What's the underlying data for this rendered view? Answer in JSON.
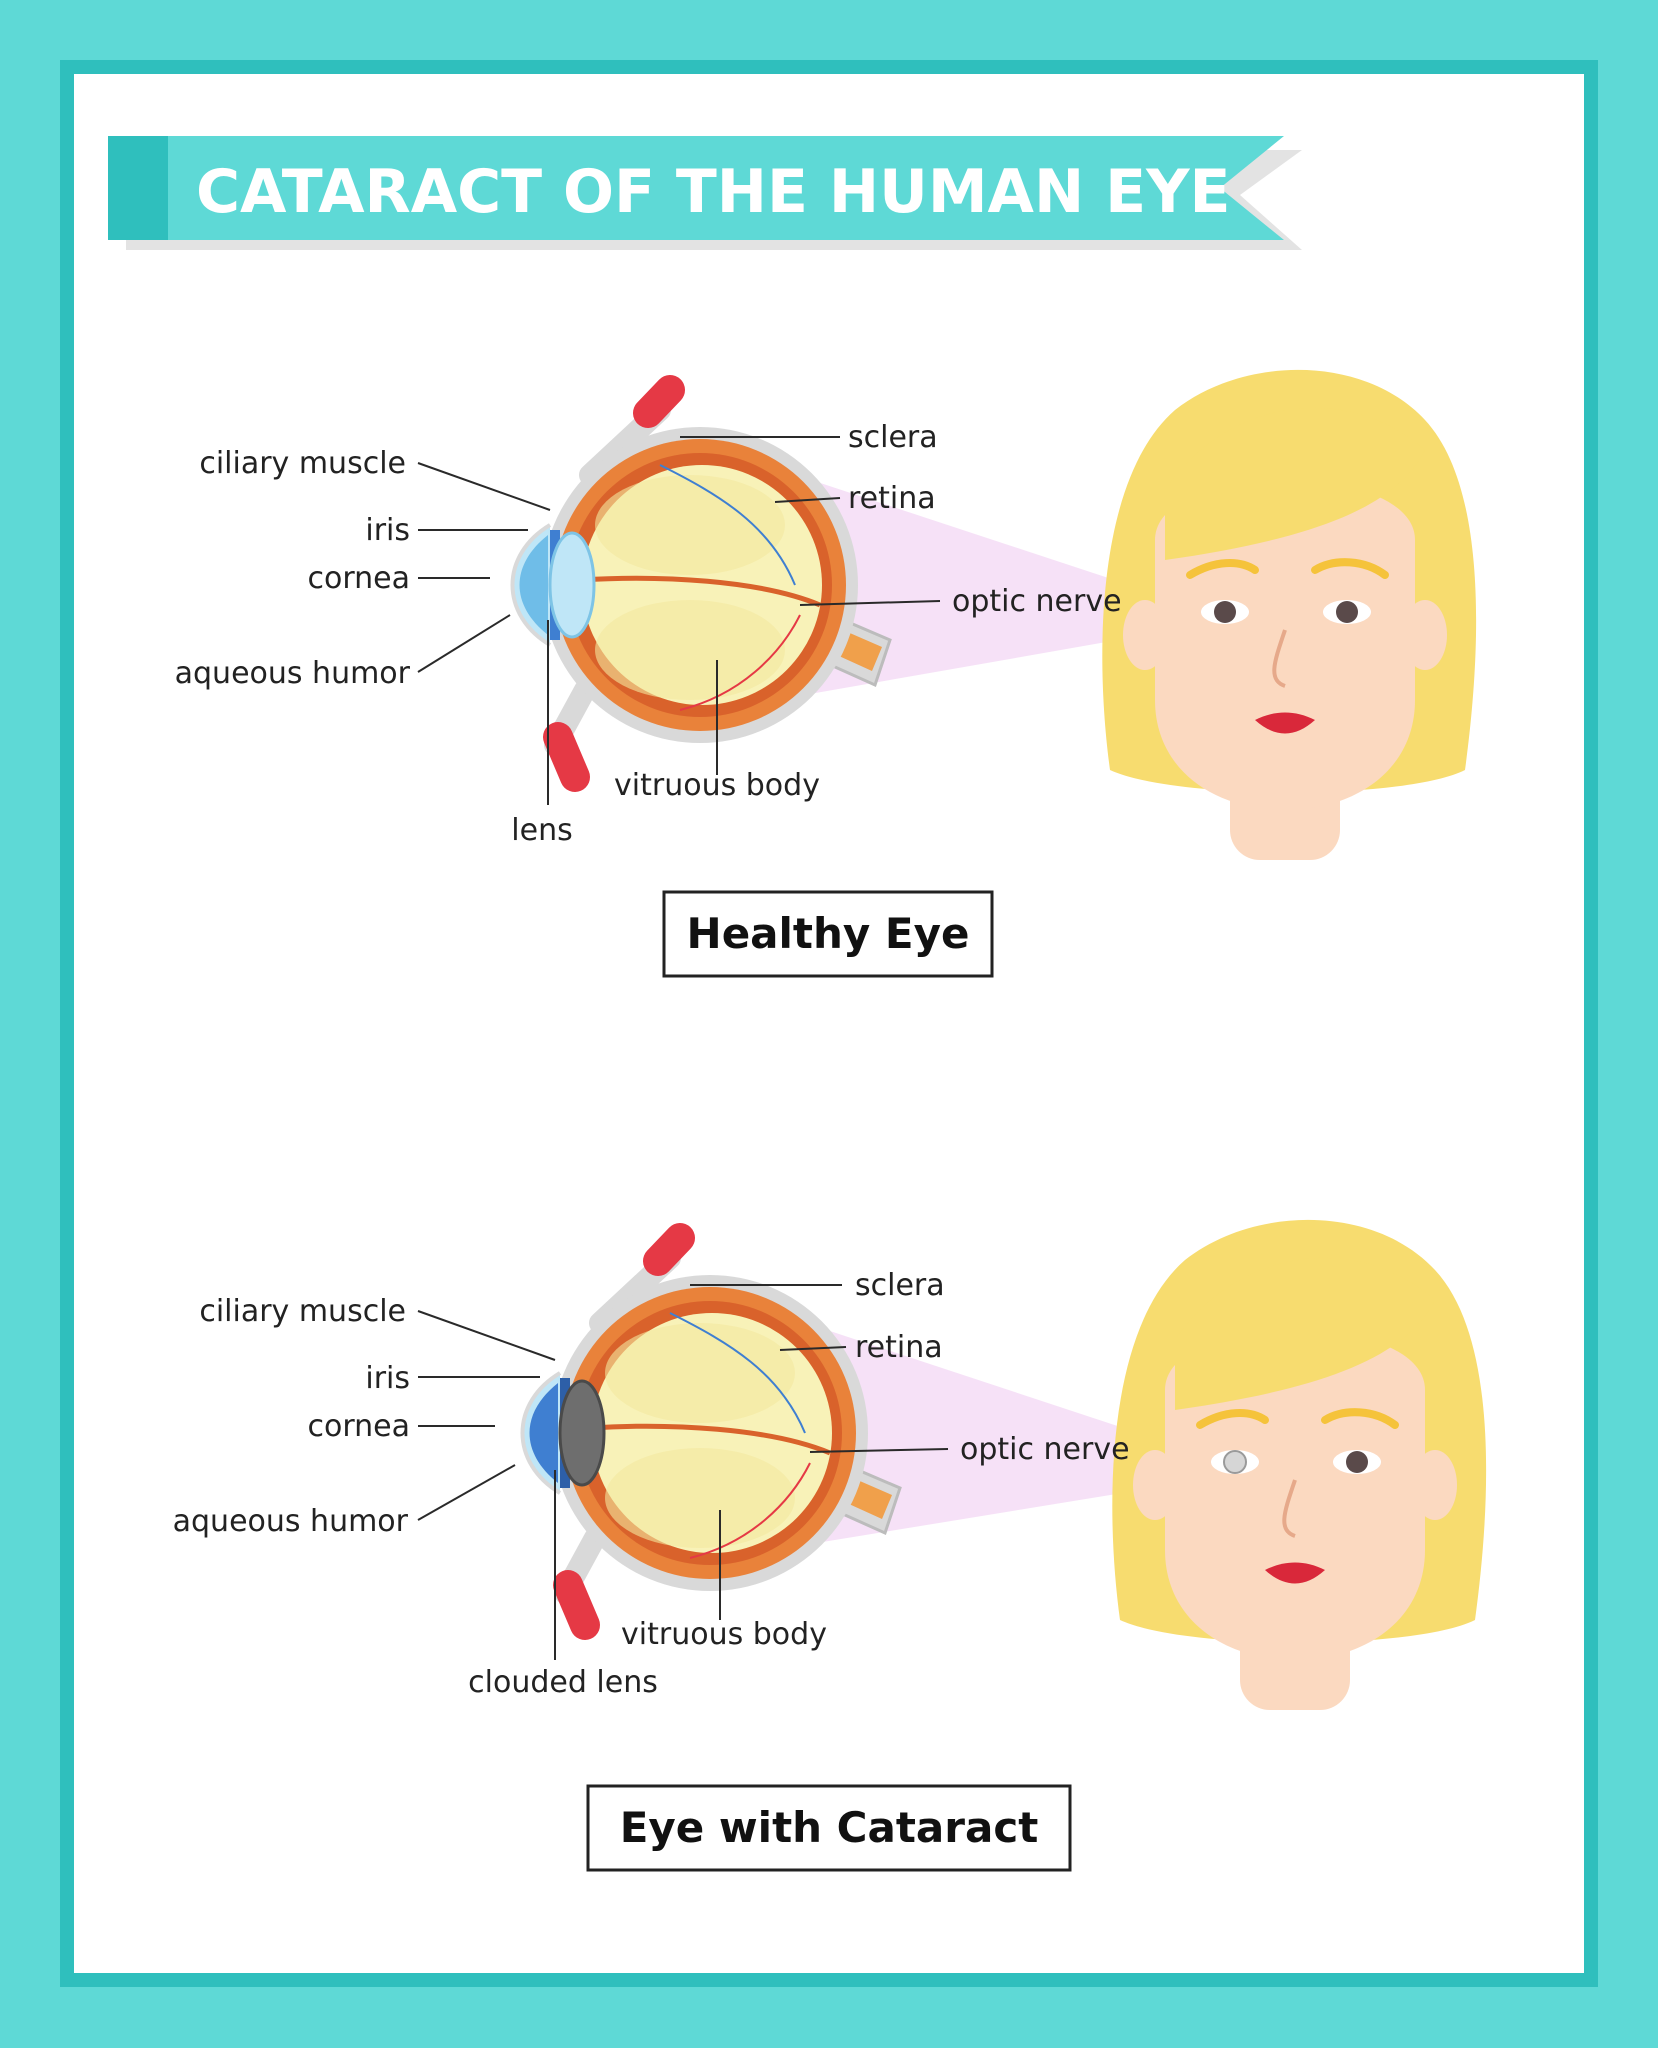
{
  "title": "CATARACT OF THE HUMAN EYE",
  "colors": {
    "frame_outer": "#5ed9d6",
    "frame_inner": "#2fbfbd",
    "banner": "#5ed9d6",
    "banner_dark": "#2fbfbd",
    "hair": "#f7dc6f",
    "skin": "#fbd9c0",
    "vision_cone": "#f4dcf6",
    "sclera": "#e9823a",
    "vitreous": "#f8f2b8",
    "lens_healthy": "#bfe6f7",
    "lens_clouded": "#6e6e6e"
  },
  "panels": [
    {
      "caption": "Healthy Eye",
      "labels": {
        "ciliary_muscle": "ciliary muscle",
        "iris": "iris",
        "cornea": "cornea",
        "aqueous_humor": "aqueous humor",
        "lens": "lens",
        "vitreous_body": "vitruous body",
        "sclera": "sclera",
        "retina": "retina",
        "optic_nerve": "optic nerve"
      }
    },
    {
      "caption": "Eye with Cataract",
      "labels": {
        "ciliary_muscle": "ciliary muscle",
        "iris": "iris",
        "cornea": "cornea",
        "aqueous_humor": "aqueous humor",
        "lens": "clouded lens",
        "vitreous_body": "vitruous body",
        "sclera": "sclera",
        "retina": "retina",
        "optic_nerve": "optic nerve"
      }
    }
  ]
}
